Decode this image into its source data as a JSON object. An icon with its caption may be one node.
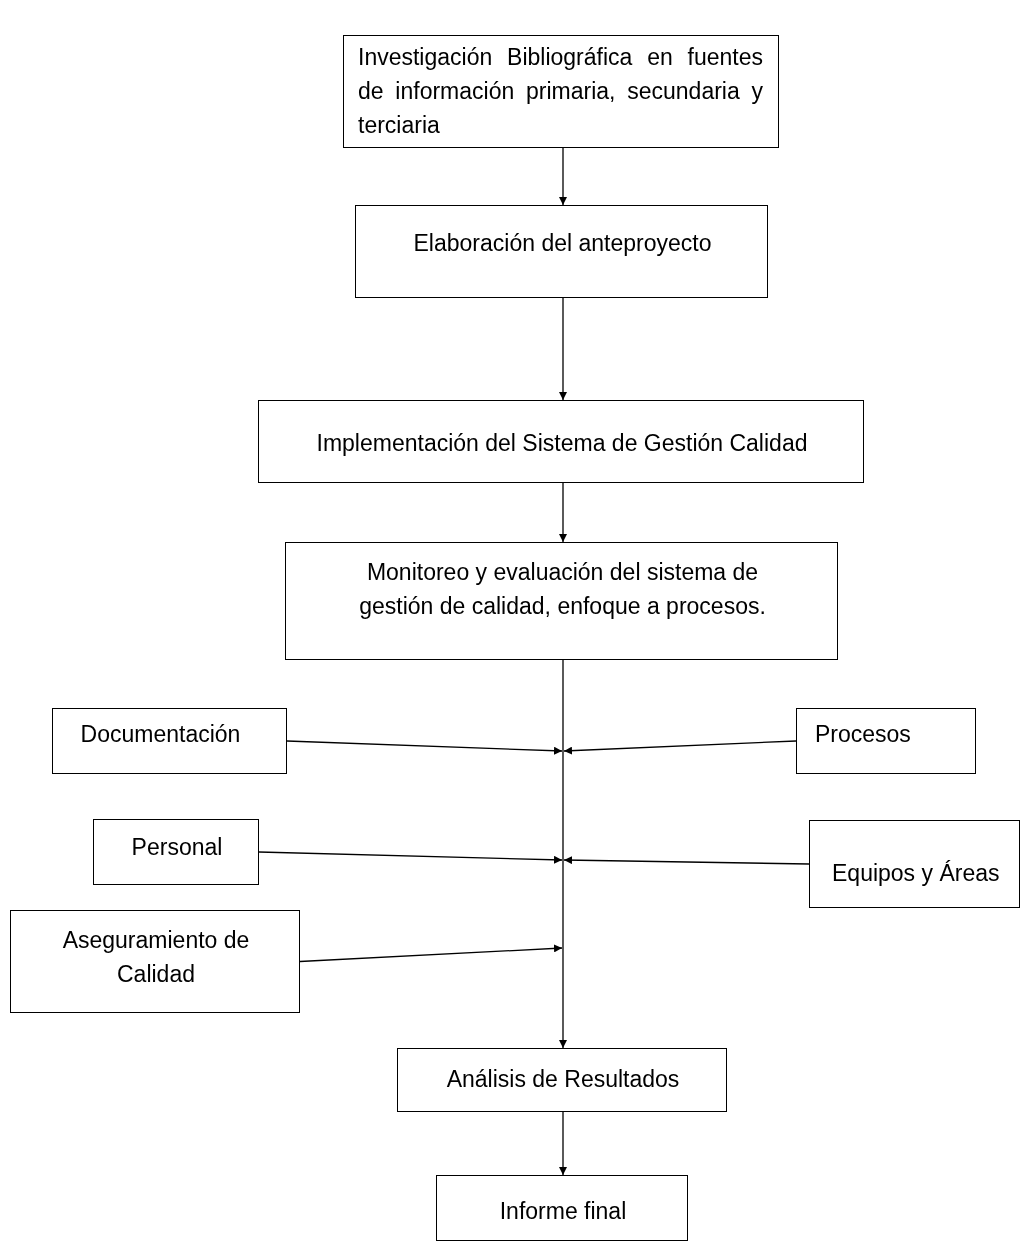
{
  "diagram": {
    "nodes": [
      {
        "text": [
          "Investigación Bibliográfica en fuentes de información primaria, secundaria y terciaria"
        ]
      },
      {
        "text": [
          "Elaboración del anteproyecto"
        ]
      },
      {
        "text": [
          "Implementación del Sistema de Gestión Calidad"
        ]
      },
      {
        "text": [
          "Monitoreo y evaluación del sistema de gestión de calidad, enfoque a procesos."
        ]
      },
      {
        "text": [
          "Documentación"
        ]
      },
      {
        "text": [
          "Procesos"
        ]
      },
      {
        "text": [
          "Personal"
        ]
      },
      {
        "text": [
          "Equipos y Áreas"
        ]
      },
      {
        "text": [
          "Aseguramiento de Calidad"
        ]
      },
      {
        "text": [
          "Análisis de Resultados"
        ]
      },
      {
        "text": [
          "Informe final"
        ]
      }
    ],
    "edges": [
      {
        "from": 0,
        "to": 1,
        "arrow": "to"
      },
      {
        "from": 1,
        "to": 2,
        "arrow": "to"
      },
      {
        "from": 2,
        "to": 3,
        "arrow": "to"
      },
      {
        "from": 3,
        "to": 9,
        "arrow": "to"
      },
      {
        "from": 4,
        "to": null,
        "arrow": "to"
      },
      {
        "from": 5,
        "to": null,
        "arrow": "to"
      },
      {
        "from": 6,
        "to": null,
        "arrow": "to"
      },
      {
        "from": 7,
        "to": null,
        "arrow": "to"
      },
      {
        "from": 8,
        "to": null,
        "arrow": "to"
      },
      {
        "from": 9,
        "to": 10,
        "arrow": "to"
      }
    ]
  }
}
